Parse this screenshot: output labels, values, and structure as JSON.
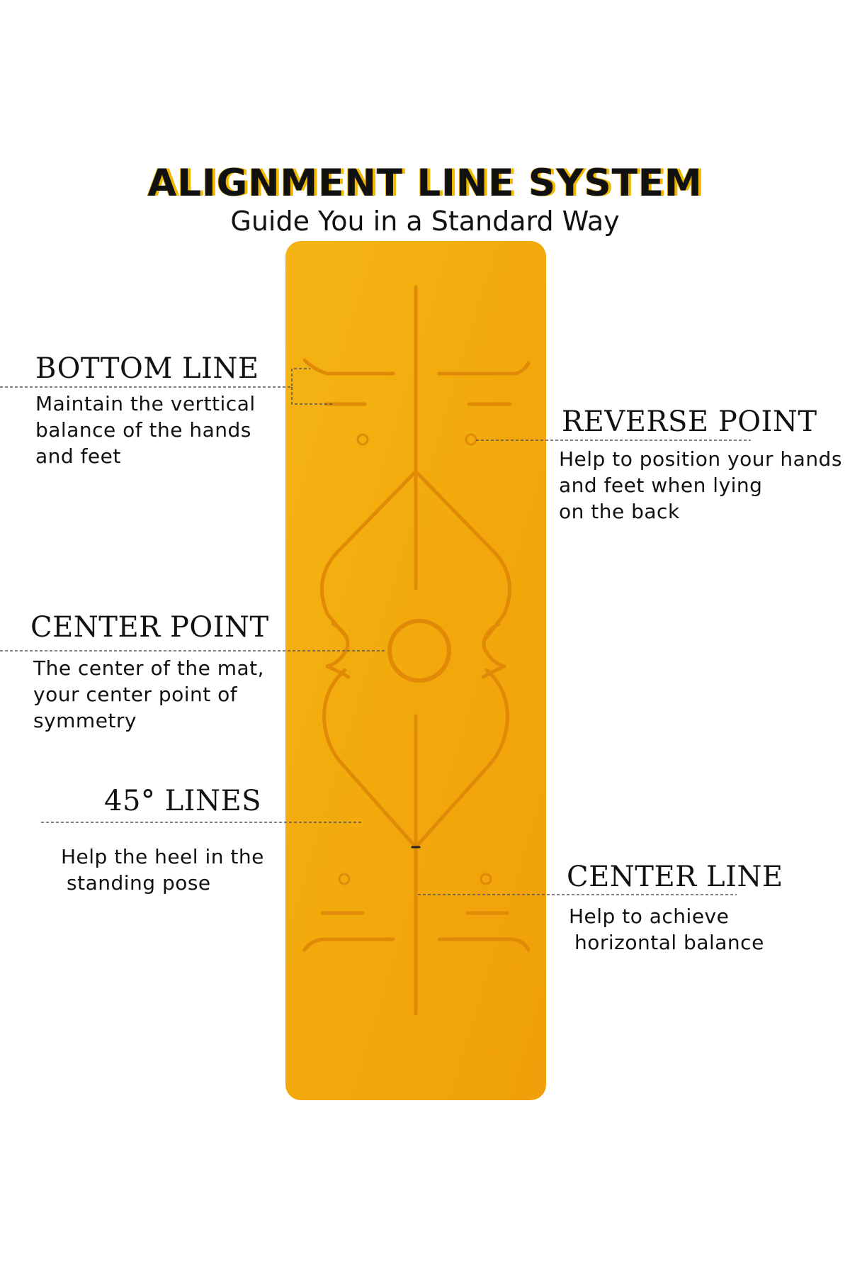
{
  "header": {
    "title": "ALIGNMENT LINE SYSTEM",
    "subtitle": "Guide You in a Standard Way"
  },
  "colors": {
    "mat": "#f3ae0c",
    "mat_line": "#e08a08",
    "title_shadow": "#f0b800"
  },
  "callouts": {
    "bottom_line": {
      "heading": "BOTTOM LINE",
      "lines": [
        "Maintain the verttical",
        "balance of the hands",
        "and feet"
      ]
    },
    "reverse_point": {
      "heading": "REVERSE POINT",
      "lines": [
        "Help to position your hands",
        "and feet when lying",
        "on the back"
      ]
    },
    "center_point": {
      "heading": "CENTER POINT",
      "lines": [
        "The center of the mat,",
        "your center point of",
        "symmetry"
      ]
    },
    "lines_45": {
      "heading": "45° LINES",
      "lines": [
        "Help the heel in the",
        "standing pose"
      ]
    },
    "center_line": {
      "heading": "CENTER LINE",
      "lines": [
        "Help to achieve",
        "horizontal balance"
      ]
    }
  }
}
